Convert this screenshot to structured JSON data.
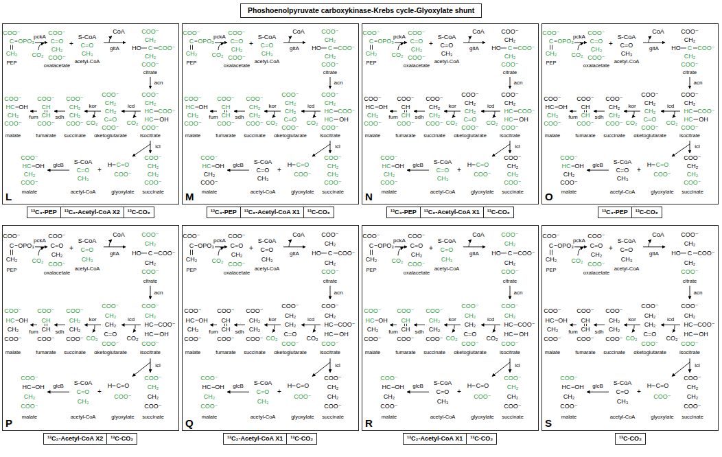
{
  "diagram": {
    "nodes": [
      {
        "text": [
          "Phoshoenolpyruvate carboxykinase-Krebs cycle-Glyoxylate shunt"
        ]
      },
      {
        "text": [
          "L"
        ]
      },
      {
        "text": [
          "M"
        ]
      },
      {
        "text": [
          "N"
        ]
      },
      {
        "text": [
          "O"
        ]
      },
      {
        "text": [
          "¹³C₃-PEP",
          "¹³C₂-Acetyl-CoA X2",
          "¹³C-CO₂"
        ]
      },
      {
        "text": [
          "¹³C₃-PEP",
          "¹³C₂-Acetyl-CoA X1",
          "¹³C-CO₂"
        ]
      },
      {
        "text": [
          "¹³C₃-PEP",
          "¹³C₂-Acetyl-CoA X1",
          "¹³C-CO₂"
        ]
      },
      {
        "text": [
          "¹³C₃-PEP",
          "¹³C-CO₂"
        ]
      },
      {
        "text": [
          "P"
        ]
      },
      {
        "text": [
          "Q"
        ]
      },
      {
        "text": [
          "R"
        ]
      },
      {
        "text": [
          "S"
        ]
      },
      {
        "text": [
          "¹³C₂-Acetyl-CoA X2",
          "¹³C-CO₂"
        ]
      },
      {
        "text": [
          "¹³C₂-Acetyl-CoA X1",
          "¹³C-CO₂"
        ]
      },
      {
        "text": [
          "¹³C₂-Acetyl-CoA X1",
          "¹³C-CO₂"
        ]
      },
      {
        "text": [
          "¹³C-CO₂"
        ]
      }
    ],
    "labels": [
      "pckA",
      "COO⁻",
      "C",
      "OPO₃",
      "CH₂",
      "PEP",
      "CO₂",
      "COO⁻",
      "C=O",
      "CH₂",
      "COO⁻",
      "oxalacetate",
      "+",
      "S-CoA",
      "C=O",
      "CH₃",
      "acetyl-CoA",
      "gltA",
      "CoA",
      "COO⁻",
      "CH₂",
      "HO",
      "C",
      "COO⁻",
      "CH₂",
      "COO⁻",
      "citrate",
      "acn",
      "COO⁻",
      "CH₂",
      "HC",
      "COO⁻",
      "HC",
      "OH",
      "COO⁻",
      "isocitrate",
      "icd",
      "CO₂",
      "COO⁻",
      "CH₂",
      "CH₂",
      "C=O",
      "COO⁻",
      "αketoglutarate",
      "kor",
      "CO₂",
      "COO⁻",
      "CH₂",
      "CH₂",
      "COO⁻",
      "succinate",
      "sdh",
      "COO⁻",
      "CH",
      "CH",
      "COO⁻",
      "fumarate",
      "fum",
      "COO⁻",
      "HC",
      "OH",
      "CH₂",
      "COO⁻",
      "malate",
      "icl",
      "COO⁻",
      "CH₂",
      "CH₂",
      "COO⁻",
      "succinate",
      "H",
      "C=O",
      "COO⁻",
      "glyoxylate",
      "+",
      "S-CoA",
      "C=O",
      "CH₃",
      "acetyl-CoA",
      "glcB",
      "COO⁻",
      "HC",
      "OH",
      "CH₂",
      "COO⁻",
      "malate",
      "pckA",
      "COO⁻",
      "C",
      "OPO₃",
      "CH₂",
      "PEP",
      "CO₂",
      "COO⁻",
      "C=O",
      "CH₂",
      "COO⁻",
      "oxalacetate",
      "+",
      "S-CoA",
      "C=O",
      "CH₃",
      "acetyl-CoA",
      "gltA",
      "CoA",
      "COO⁻",
      "CH₂",
      "HO",
      "C",
      "COO⁻",
      "CH₂",
      "COO⁻",
      "citrate",
      "acn",
      "COO⁻",
      "CH₂",
      "HC",
      "COO⁻",
      "HC",
      "OH",
      "COO⁻",
      "isocitrate",
      "icd",
      "CO₂",
      "COO⁻",
      "CH₂",
      "CH₂",
      "C=O",
      "COO⁻",
      "αketoglutarate",
      "kor",
      "CO₂",
      "COO⁻",
      "CH₂",
      "CH₂",
      "COO⁻",
      "succinate",
      "sdh",
      "COO⁻",
      "CH",
      "CH",
      "COO⁻",
      "fumarate",
      "fum",
      "COO⁻",
      "HC",
      "OH",
      "CH₂",
      "COO⁻",
      "malate",
      "icl",
      "COO⁻",
      "CH₂",
      "CH₂",
      "COO⁻",
      "succinate",
      "H",
      "C=O",
      "COO⁻",
      "glyoxylate",
      "+",
      "S-CoA",
      "C=O",
      "CH₃",
      "acetyl-CoA",
      "glcB",
      "COO⁻",
      "HC",
      "OH",
      "CH₂",
      "COO⁻",
      "malate",
      "pckA",
      "COO⁻",
      "C",
      "OPO₃",
      "CH₂",
      "PEP",
      "CO₂",
      "COO⁻",
      "C=O",
      "CH₂",
      "COO⁻",
      "oxalacetate",
      "+",
      "S-CoA",
      "C=O",
      "CH₃",
      "acetyl-CoA",
      "gltA",
      "CoA",
      "COO⁻",
      "CH₂",
      "HO",
      "C",
      "COO⁻",
      "CH₂",
      "COO⁻",
      "citrate",
      "acn",
      "COO⁻",
      "CH₂",
      "HC",
      "COO⁻",
      "HC",
      "OH",
      "COO⁻",
      "isocitrate",
      "icd",
      "CO₂",
      "COO⁻",
      "CH₂",
      "CH₂",
      "C=O",
      "COO⁻",
      "αketoglutarate",
      "kor",
      "CO₂",
      "COO⁻",
      "CH₂",
      "CH₂",
      "COO⁻",
      "succinate",
      "sdh",
      "COO⁻",
      "CH",
      "CH",
      "COO⁻",
      "fumarate",
      "fum",
      "COO⁻",
      "HC",
      "OH",
      "CH₂",
      "COO⁻",
      "malate",
      "icl",
      "COO⁻",
      "CH₂",
      "CH₂",
      "COO⁻",
      "succinate",
      "H",
      "C=O",
      "COO⁻",
      "glyoxylate",
      "+",
      "S-CoA",
      "C=O",
      "CH₃",
      "acetyl-CoA",
      "glcB",
      "COO⁻",
      "HC",
      "OH",
      "CH₂",
      "COO⁻",
      "malate",
      "pckA",
      "COO⁻",
      "C",
      "OPO₃",
      "CH₂",
      "PEP",
      "CO₂",
      "COO⁻",
      "C=O",
      "CH₂",
      "COO⁻",
      "oxalacetate",
      "+",
      "S-CoA",
      "C=O",
      "CH₃",
      "acetyl-CoA",
      "gltA",
      "CoA",
      "COO⁻",
      "CH₂",
      "HO",
      "C",
      "COO⁻",
      "CH₂",
      "COO⁻",
      "citrate",
      "acn",
      "COO⁻",
      "CH₂",
      "HC",
      "COO⁻",
      "HC",
      "OH",
      "COO⁻",
      "isocitrate",
      "icd",
      "CO₂",
      "COO⁻",
      "CH₂",
      "CH₂",
      "C=O",
      "COO⁻",
      "αketoglutarate",
      "kor",
      "CO₂",
      "COO⁻",
      "CH₂",
      "CH₂",
      "COO⁻",
      "succinate",
      "sdh",
      "COO⁻",
      "CH",
      "CH",
      "COO⁻",
      "fumarate",
      "fum",
      "COO⁻",
      "HC",
      "OH",
      "CH₂",
      "COO⁻",
      "malate",
      "icl",
      "COO⁻",
      "CH₂",
      "CH₂",
      "COO⁻",
      "succinate",
      "H",
      "C=O",
      "COO⁻",
      "glyoxylate",
      "+",
      "S-CoA",
      "C=O",
      "CH₃",
      "acetyl-CoA",
      "glcB",
      "COO⁻",
      "HC",
      "OH",
      "CH₂",
      "COO⁻",
      "malate",
      "pckA",
      "COO⁻",
      "C",
      "OPO₃",
      "CH₂",
      "PEP",
      "CO₂",
      "COO⁻",
      "C=O",
      "CH₂",
      "COO⁻",
      "oxalacetate",
      "+",
      "S-CoA",
      "C=O",
      "CH₃",
      "acetyl-CoA",
      "gltA",
      "CoA",
      "COO⁻",
      "CH₂",
      "HO",
      "C",
      "COO⁻",
      "CH₂",
      "COO⁻",
      "citrate",
      "acn",
      "COO⁻",
      "CH₂",
      "HC",
      "COO⁻",
      "HC",
      "OH",
      "COO⁻",
      "isocitrate",
      "icd",
      "CO₂",
      "COO⁻",
      "CH₂",
      "CH₂",
      "C=O",
      "COO⁻",
      "αketoglutarate",
      "kor",
      "CO₂",
      "COO⁻",
      "CH₂",
      "CH₂",
      "COO⁻",
      "succinate",
      "sdh",
      "COO⁻",
      "CH",
      "CH",
      "COO⁻",
      "fumarate",
      "fum",
      "COO⁻",
      "HC",
      "OH",
      "CH₂",
      "COO⁻",
      "malate",
      "icl",
      "COO⁻",
      "CH₂",
      "CH₂",
      "COO⁻",
      "succinate",
      "H",
      "C=O",
      "COO⁻",
      "glyoxylate",
      "+",
      "S-CoA",
      "C=O",
      "CH₃",
      "acetyl-CoA",
      "glcB",
      "COO⁻",
      "HC",
      "OH",
      "CH₂",
      "COO⁻",
      "malate",
      "pckA",
      "COO⁻",
      "C",
      "OPO₃",
      "CH₂",
      "PEP",
      "CO₂",
      "COO⁻",
      "C=O",
      "CH₂",
      "COO⁻",
      "oxalacetate",
      "+",
      "S-CoA",
      "C=O",
      "CH₃",
      "acetyl-CoA",
      "gltA",
      "CoA",
      "COO⁻",
      "CH₂",
      "HO",
      "C",
      "COO⁻",
      "CH₂",
      "COO⁻",
      "citrate",
      "acn",
      "COO⁻",
      "CH₂",
      "HC",
      "COO⁻",
      "HC",
      "OH",
      "COO⁻",
      "isocitrate",
      "icd",
      "CO₂",
      "COO⁻",
      "CH₂",
      "CH₂",
      "C=O",
      "COO⁻",
      "αketoglutarate",
      "kor",
      "CO₂",
      "COO⁻",
      "CH₂",
      "CH₂",
      "COO⁻",
      "succinate",
      "sdh",
      "COO⁻",
      "CH",
      "CH",
      "COO⁻",
      "fumarate",
      "fum",
      "COO⁻",
      "HC",
      "OH",
      "CH₂",
      "COO⁻",
      "malate",
      "icl",
      "COO⁻",
      "CH₂",
      "CH₂",
      "COO⁻",
      "succinate",
      "H",
      "C=O",
      "COO⁻",
      "glyoxylate",
      "+",
      "S-CoA",
      "C=O",
      "CH₃",
      "acetyl-CoA",
      "glcB",
      "COO⁻",
      "HC",
      "OH",
      "CH₂",
      "COO⁻",
      "malate",
      "pckA",
      "COO⁻",
      "C",
      "OPO₃",
      "CH₂",
      "PEP",
      "CO₂",
      "COO⁻",
      "C=O",
      "CH₂",
      "COO⁻",
      "oxalacetate",
      "+",
      "S-CoA",
      "C=O",
      "CH₃",
      "acetyl-CoA",
      "gltA",
      "CoA",
      "COO⁻",
      "CH₂",
      "HO",
      "C",
      "COO⁻",
      "CH₂",
      "COO⁻",
      "citrate",
      "acn",
      "COO⁻",
      "CH₂",
      "HC",
      "COO⁻",
      "HC",
      "OH",
      "COO⁻",
      "isocitrate",
      "icd",
      "CO₂",
      "COO⁻",
      "CH₂",
      "CH₂",
      "C=O",
      "COO⁻",
      "αketoglutarate",
      "kor",
      "CO₂",
      "COO⁻",
      "CH₂",
      "CH₂",
      "COO⁻",
      "succinate",
      "sdh",
      "COO⁻",
      "CH",
      "CH",
      "COO⁻",
      "fumarate",
      "fum",
      "COO⁻",
      "HC",
      "OH",
      "CH₂",
      "COO⁻",
      "malate",
      "icl",
      "COO⁻",
      "CH₂",
      "CH₂",
      "COO⁻",
      "succinate",
      "H",
      "C=O",
      "COO⁻",
      "glyoxylate",
      "+",
      "S-CoA",
      "C=O",
      "CH₃",
      "acetyl-CoA",
      "glcB",
      "COO⁻",
      "HC",
      "OH",
      "CH₂",
      "COO⁻",
      "malate",
      "pckA",
      "COO⁻",
      "C",
      "OPO₃",
      "CH₂",
      "PEP",
      "CO₂",
      "COO⁻",
      "C=O",
      "CH₂",
      "COO⁻",
      "oxalacetate",
      "+",
      "S-CoA",
      "C=O",
      "CH₃",
      "acetyl-CoA",
      "gltA",
      "CoA",
      "COO⁻",
      "CH₂",
      "HO",
      "C",
      "COO⁻",
      "CH₂",
      "COO⁻",
      "citrate",
      "acn",
      "COO⁻",
      "CH₂",
      "HC",
      "COO⁻",
      "HC",
      "OH",
      "COO⁻",
      "isocitrate",
      "icd",
      "CO₂",
      "COO⁻",
      "CH₂",
      "CH₂",
      "C=O",
      "COO⁻",
      "αketoglutarate",
      "kor",
      "CO₂",
      "COO⁻",
      "CH₂",
      "CH₂",
      "COO⁻",
      "succinate",
      "sdh",
      "COO⁻",
      "CH",
      "CH",
      "COO⁻",
      "fumarate",
      "fum",
      "COO⁻",
      "HC",
      "OH",
      "CH₂",
      "COO⁻",
      "malate",
      "icl",
      "COO⁻",
      "CH₂",
      "CH₂",
      "COO⁻",
      "succinate",
      "H",
      "C=O",
      "COO⁻",
      "glyoxylate",
      "+",
      "S-CoA",
      "C=O",
      "CH₃",
      "acetyl-CoA",
      "glcB",
      "COO⁻",
      "HC",
      "OH",
      "CH₂",
      "COO⁻",
      "malate"
    ]
  }
}
